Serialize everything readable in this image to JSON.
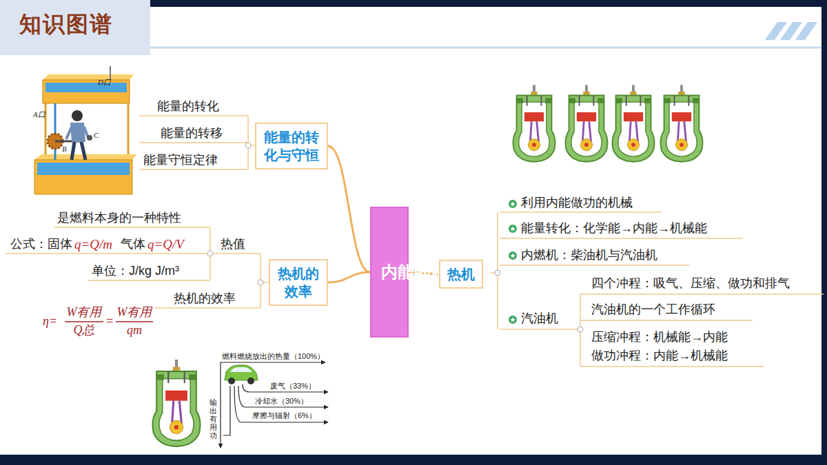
{
  "diagram": {
    "title": "知识图谱",
    "nodes": [
      {
        "text": [
          "能量的转化与守恒"
        ]
      },
      {
        "text": [
          "热机的效率"
        ]
      },
      {
        "text": [
          "内能的利用"
        ]
      },
      {
        "text": [
          "热机"
        ]
      }
    ],
    "edges": [
      {
        "from": 2,
        "to": 0,
        "arrow": "none"
      },
      {
        "from": 2,
        "to": 1,
        "arrow": "none"
      },
      {
        "from": 2,
        "to": 3,
        "arrow": "none"
      }
    ],
    "labels": [
      "能量的转化",
      "能量的转移",
      "能量守恒定律",
      "是燃料本身的一种特性",
      "公式：固体",
      "q=Q/m",
      "气体",
      "q=Q/V",
      "热值",
      "单位：J/kg J/m³",
      "热机的效率",
      "η=",
      "W有用",
      "Q总",
      "=",
      "W有用",
      "qm",
      "利用内能做功的机械",
      "能量转化：化学能→内能→机械能",
      "内燃机：柴油机与汽油机",
      "汽油机",
      "四个冲程：吸气、压缩、做功和排气",
      "汽油机的一个工作循环",
      "压缩冲程：机械能→内能",
      "做功冲程：内能→机械能",
      "D口",
      "A口",
      "B",
      "C",
      "燃料燃烧放出的热量（100%）",
      "废气（33%）",
      "冷却水（30%）",
      "摩擦与辐射（6%）",
      "输出有用功"
    ]
  }
}
